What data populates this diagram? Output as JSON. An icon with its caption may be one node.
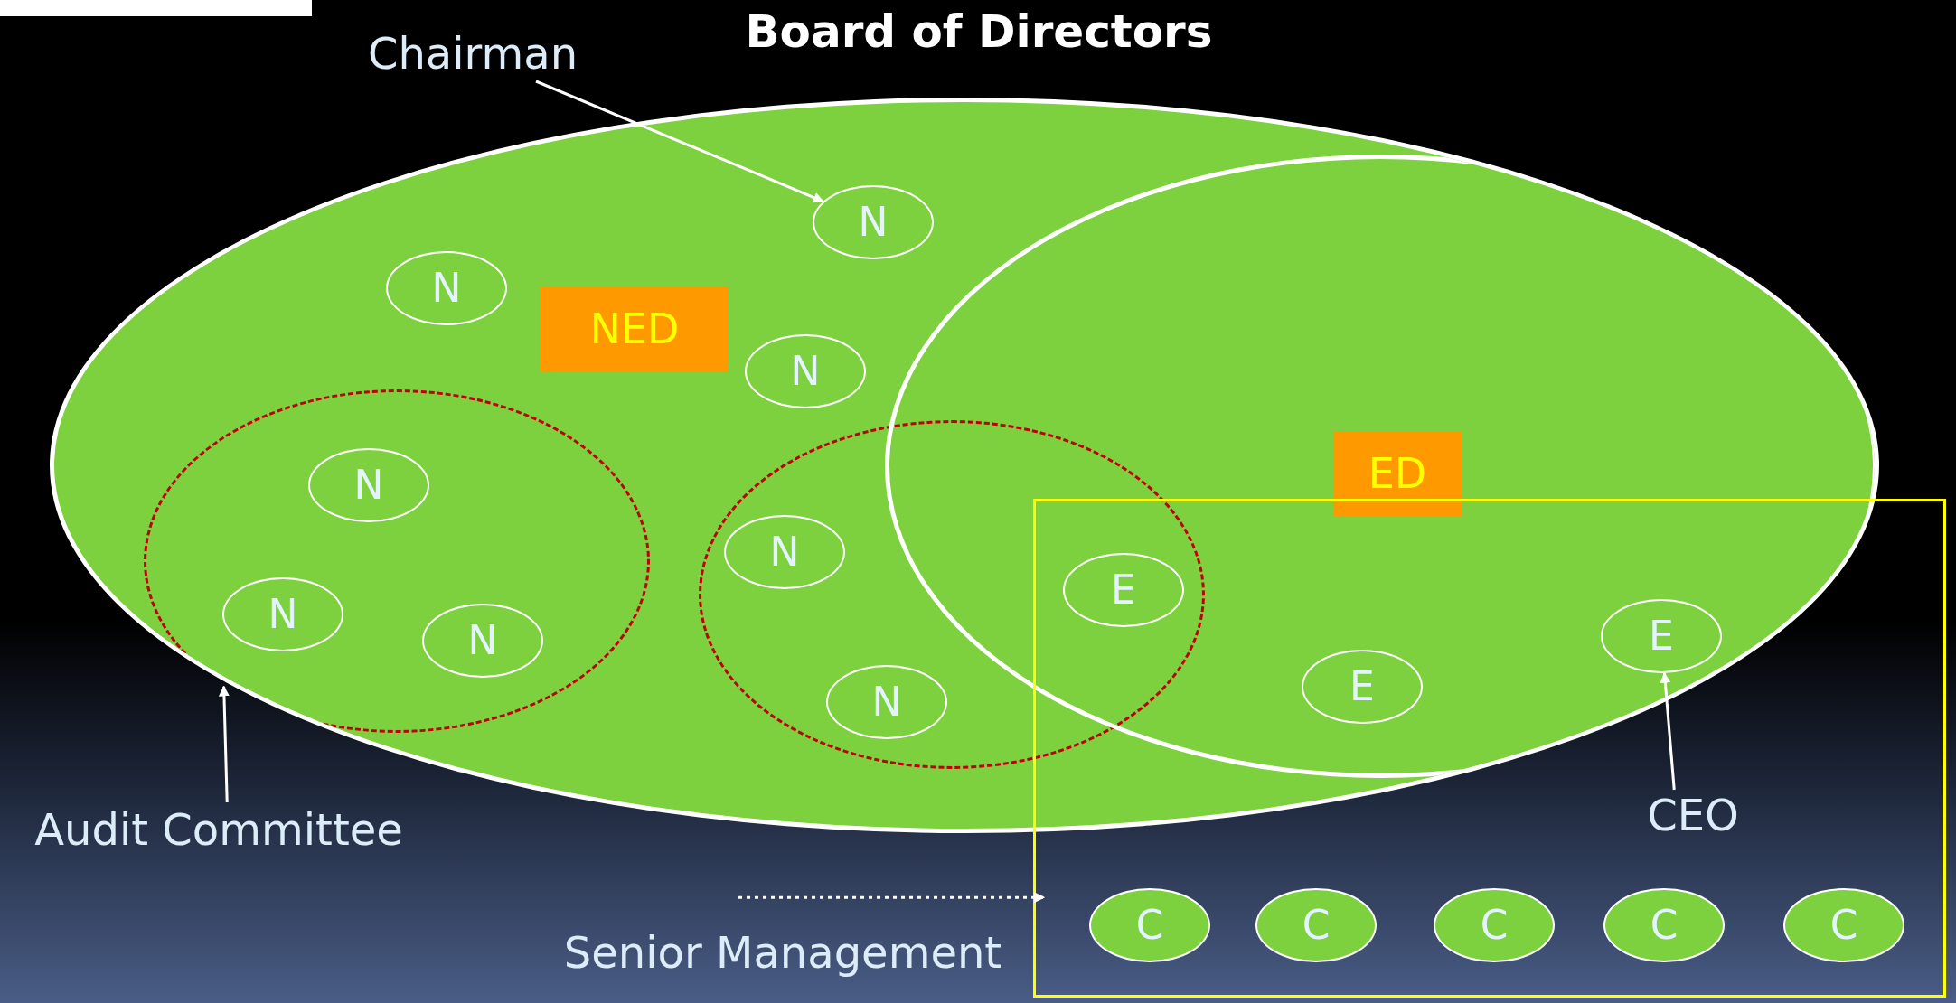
{
  "diagram": {
    "title": "Board of Directors",
    "nodes": [
      {
        "text": [
          "Chairman"
        ]
      },
      {
        "text": [],
        "shape": "ellipse"
      },
      {
        "text": [
          "N"
        ],
        "in": 1
      },
      {
        "text": [
          "N"
        ],
        "in": 1
      },
      {
        "text": [
          "NED"
        ],
        "in": 1
      },
      {
        "text": [
          "N"
        ],
        "in": 1
      },
      {
        "text": [],
        "shape": "ellipse",
        "in": 1
      },
      {
        "text": [
          "N"
        ],
        "in": 6
      },
      {
        "text": [
          "N"
        ],
        "in": 6
      },
      {
        "text": [
          "N"
        ],
        "in": 6
      },
      {
        "text": [],
        "shape": "ellipse",
        "in": 1
      },
      {
        "text": [
          "N"
        ],
        "in": 10
      },
      {
        "text": [
          "N"
        ],
        "in": 10
      },
      {
        "text": [],
        "shape": "ellipse",
        "in": 1
      },
      {
        "text": [
          "ED"
        ],
        "in": 13
      },
      {
        "text": [
          "E"
        ]
      },
      {
        "text": [
          "E"
        ]
      },
      {
        "text": [
          "E"
        ]
      },
      {
        "text": [],
        "shape": "box"
      },
      {
        "text": [
          "C"
        ],
        "in": 18
      },
      {
        "text": [
          "C"
        ],
        "in": 18
      },
      {
        "text": [
          "C"
        ],
        "in": 18
      },
      {
        "text": [
          "C"
        ],
        "in": 18
      },
      {
        "text": [
          "C"
        ],
        "in": 18
      },
      {
        "text": [
          "Audit Committee"
        ]
      },
      {
        "text": [
          "CEO"
        ]
      },
      {
        "text": [
          "Senior Management"
        ]
      }
    ],
    "edges": [
      {
        "from": 0,
        "to": 2,
        "arrow": "to"
      },
      {
        "from": 24,
        "to": 6,
        "arrow": "to"
      },
      {
        "from": 25,
        "to": 17,
        "arrow": "to"
      },
      {
        "from": 26,
        "to": 18,
        "arrow": "to",
        "style": "dashed"
      }
    ]
  }
}
